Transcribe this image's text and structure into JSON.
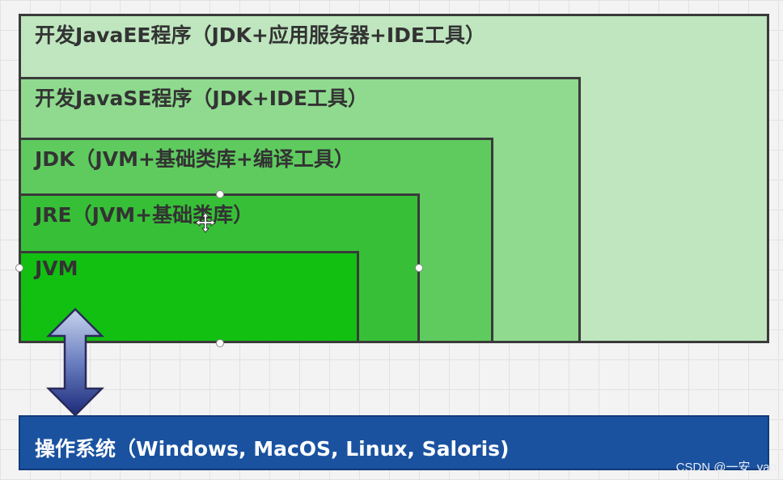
{
  "layers": {
    "javaee": "开发JavaEE程序（JDK+应用服务器+IDE工具）",
    "javase": "开发JavaSE程序（JDK+IDE工具）",
    "jdk": "JDK（JVM+基础类库+编译工具）",
    "jre": "JRE（JVM+基础类库）",
    "jvm": "JVM"
  },
  "os": {
    "label": "操作系统（Windows, MacOS, Linux, Saloris)"
  },
  "watermark": "CSDN @一安_yan",
  "colors": {
    "javaee_fill": "#bfe6bf",
    "javase_fill": "#8fda8f",
    "jdk_fill": "#5fcb5f",
    "jre_fill": "#37c037",
    "jvm_fill": "#12c012",
    "os_fill": "#1a52a0",
    "border": "#3a3a3a",
    "arrow_gradient_top": "#c8d4ee",
    "arrow_gradient_bottom": "#1c2a7a"
  },
  "icons": {
    "arrow": "double-vertical-arrow",
    "cursor": "move-cursor-icon",
    "handles": "selection-handle"
  }
}
